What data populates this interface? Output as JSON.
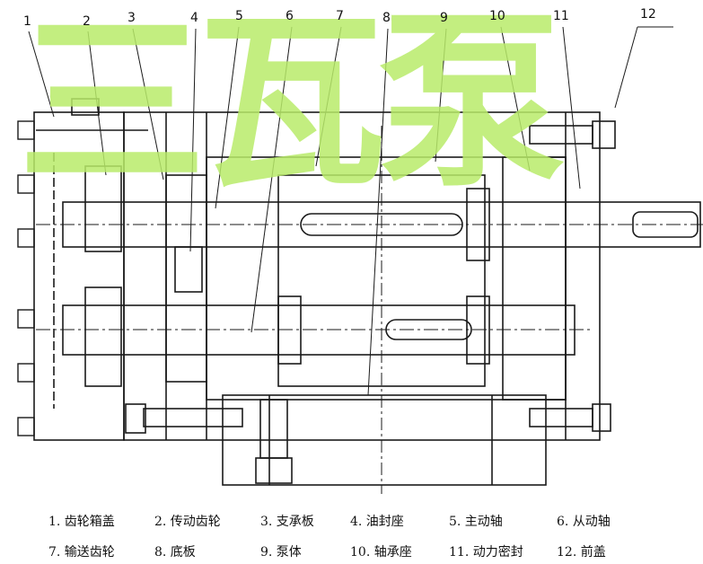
{
  "callouts": [
    "1",
    "2",
    "3",
    "4",
    "5",
    "6",
    "7",
    "8",
    "9",
    "10",
    "11",
    "12"
  ],
  "legend": [
    "1. 齿轮箱盖",
    "2. 传动齿轮",
    "3. 支承板",
    "4. 油封座",
    "5. 主动轴",
    "6. 从动轴",
    "7. 输送齿轮",
    "8. 底板",
    "9. 泵体",
    "10. 轴承座",
    "11. 动力密封",
    "12. 前盖"
  ],
  "watermark": {
    "text": "三瓦泵",
    "color": "#b9ec6a"
  },
  "colors": {
    "line": "#1a1a1a",
    "background": "#ffffff"
  }
}
